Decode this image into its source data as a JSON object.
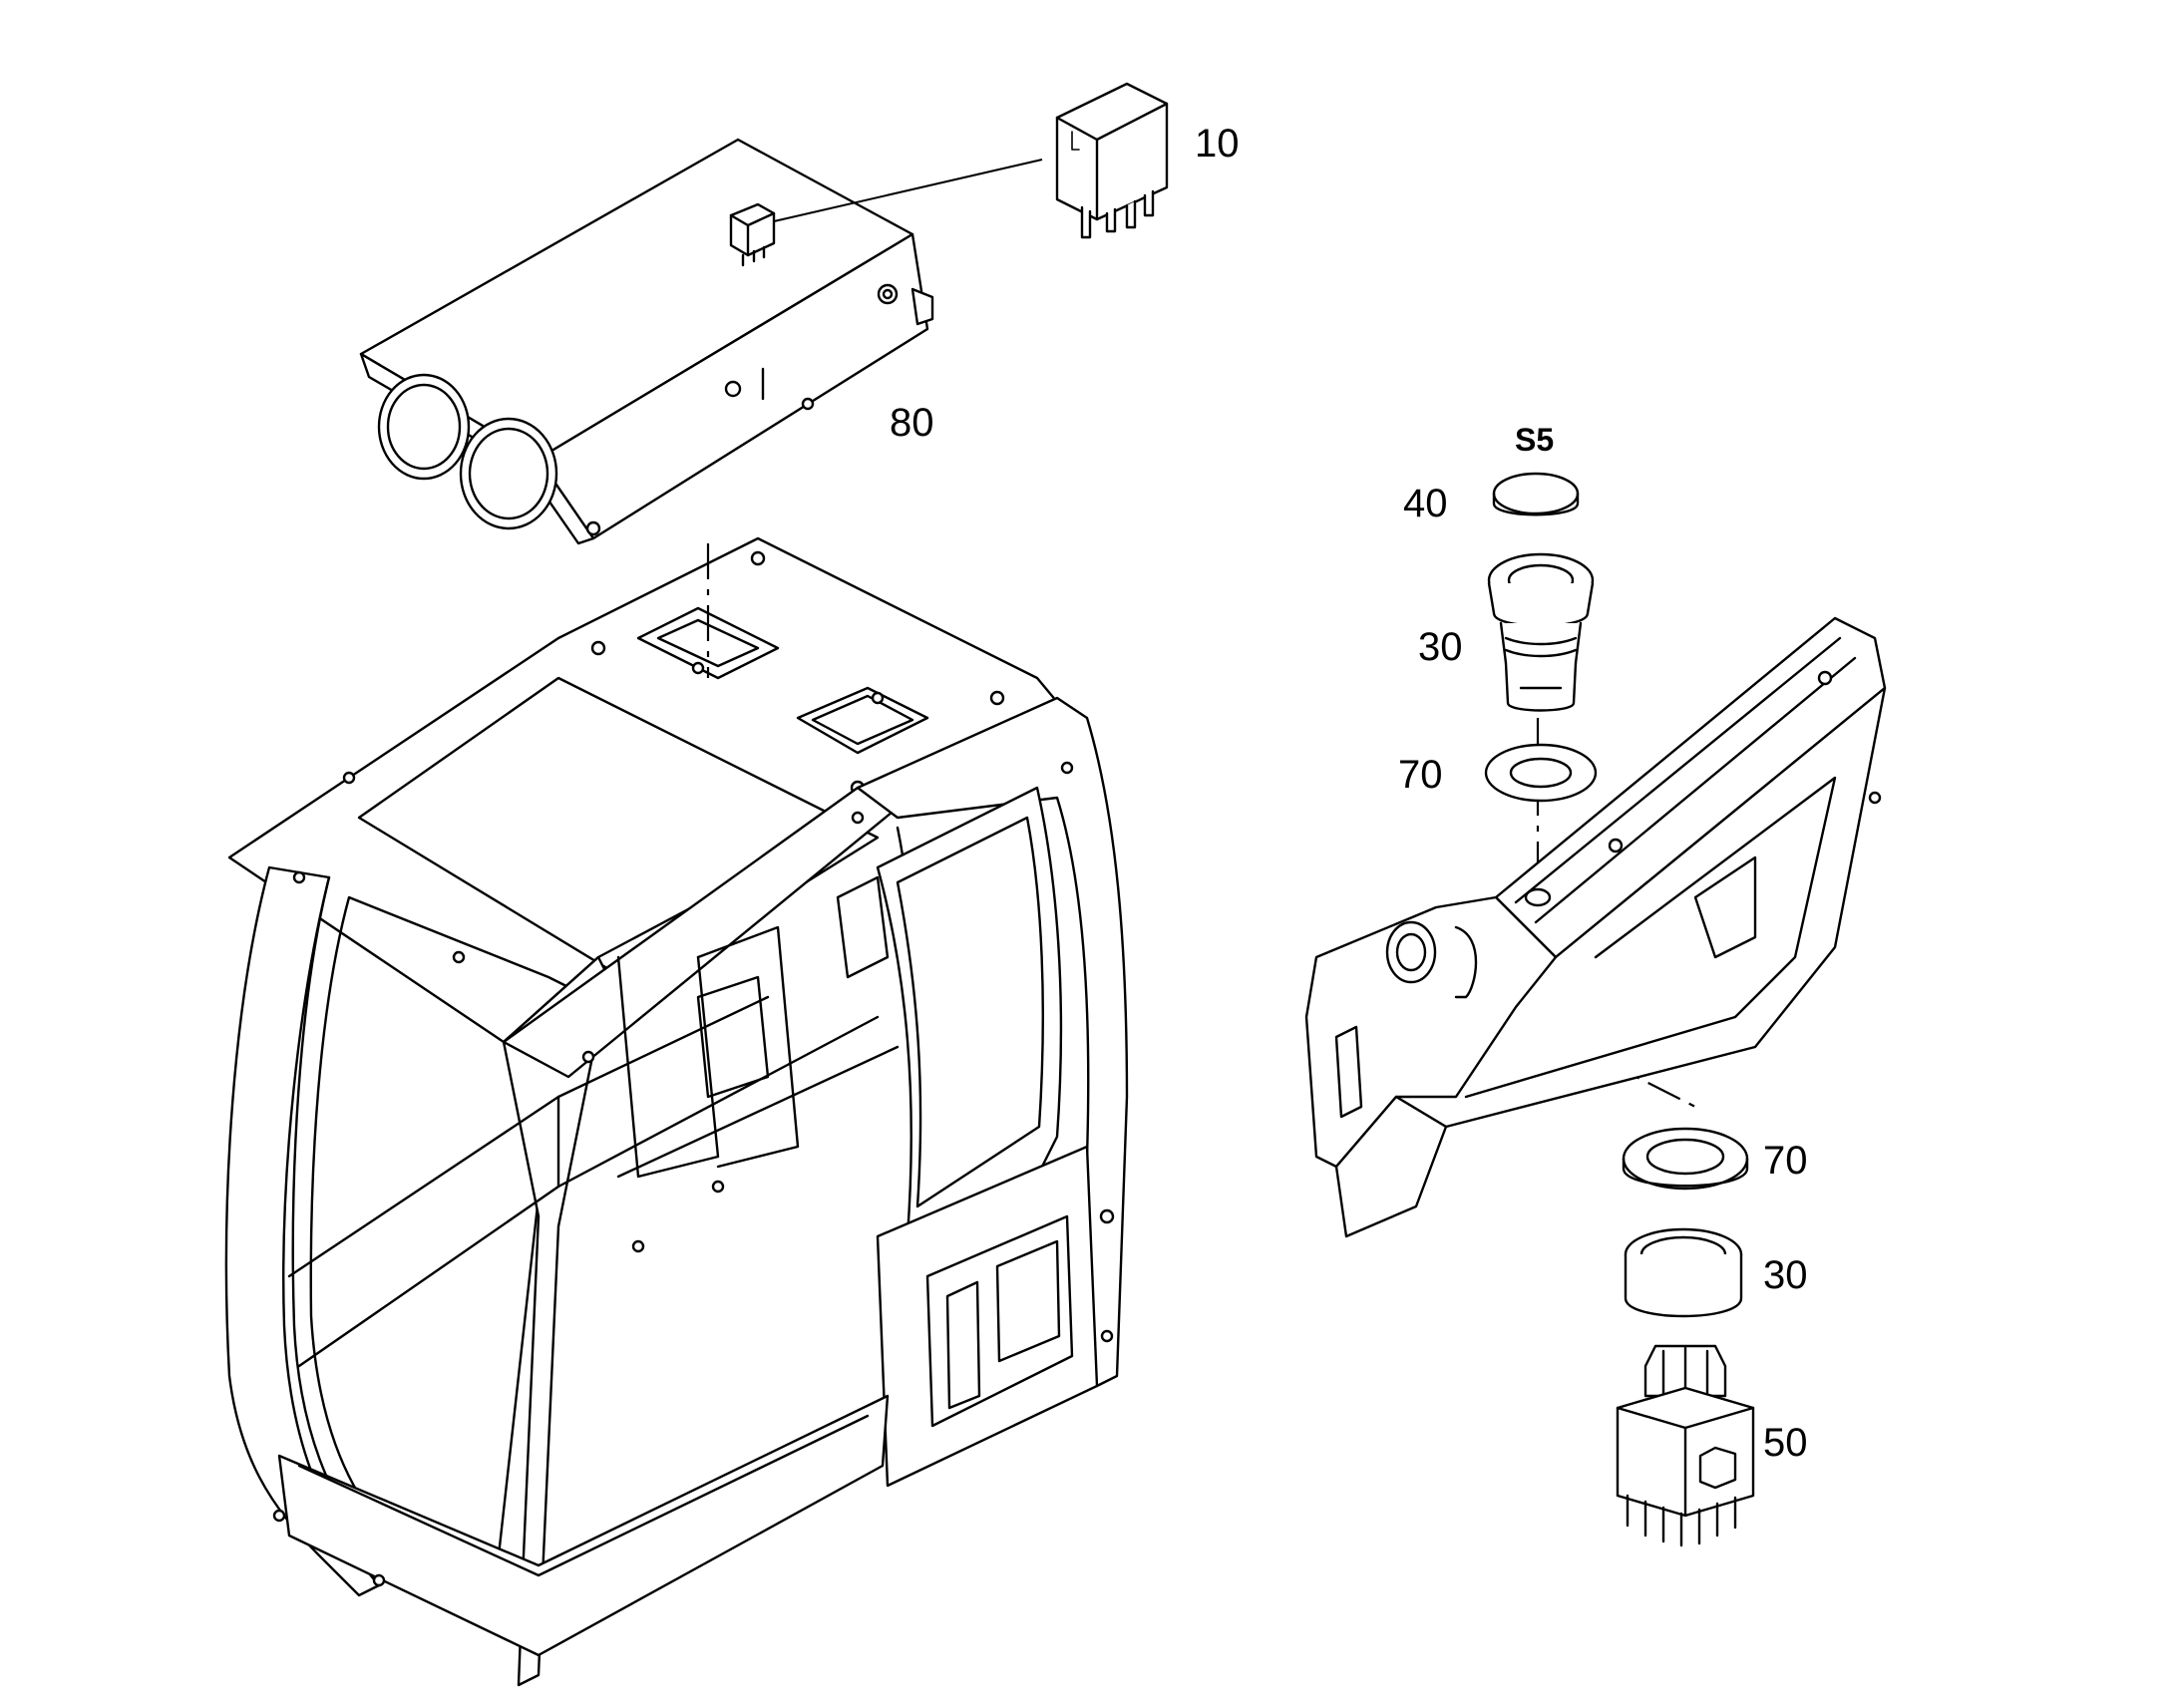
{
  "diagram": {
    "callouts": {
      "relay": "10",
      "relay_box": "80",
      "switch_group": "S5",
      "cap": "40",
      "bezel_upper": "30",
      "washer_upper": "70",
      "washer_lower": "70",
      "nut_lower": "30",
      "switch_body": "50"
    },
    "icons": {
      "cab": "cab-frame-icon",
      "relay": "relay-icon",
      "relay_box": "relay-box-icon",
      "console": "side-console-icon"
    }
  }
}
